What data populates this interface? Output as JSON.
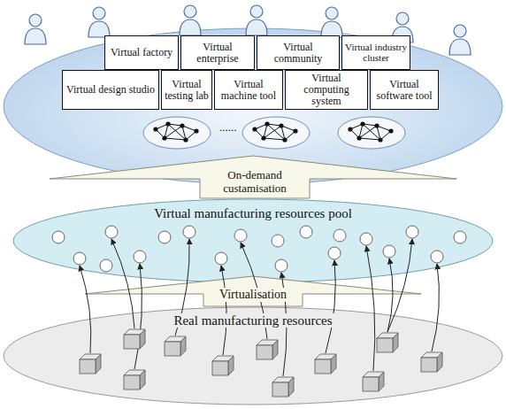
{
  "diagram": {
    "nodes": [
      {
        "text": [
          "Virtual factory"
        ]
      },
      {
        "text": [
          "Virtual enterprise"
        ]
      },
      {
        "text": [
          "Virtual community"
        ]
      },
      {
        "text": [
          "Virtual industry cluster"
        ]
      },
      {
        "text": [
          "Virtual design studio"
        ]
      },
      {
        "text": [
          "Virtual testing lab"
        ]
      },
      {
        "text": [
          "Virtual machine tool"
        ]
      },
      {
        "text": [
          "Virtual computing system"
        ]
      },
      {
        "text": [
          "Virtual software tool"
        ]
      },
      {
        "text": [
          "On-demand custamisation"
        ]
      },
      {
        "text": [
          "Virtual manufacturing resources pool"
        ]
      },
      {
        "text": [
          "Virtualisation"
        ]
      },
      {
        "text": [
          "Real manufacturing resources"
        ]
      }
    ],
    "labels": [
      "......"
    ]
  }
}
